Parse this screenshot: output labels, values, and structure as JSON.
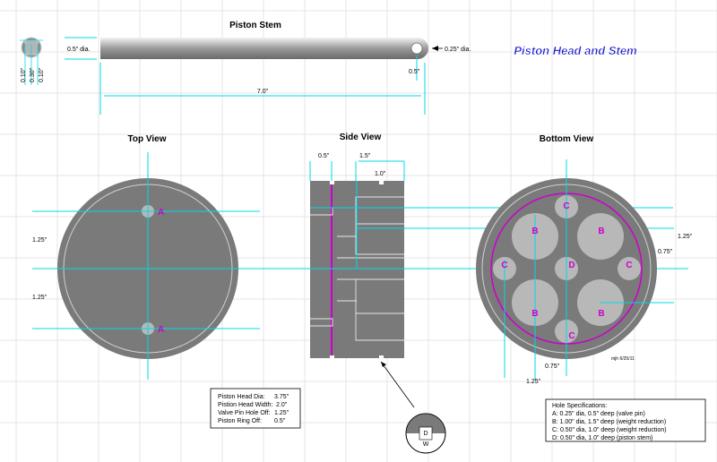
{
  "document_title": "Piston Head and Stem",
  "stem": {
    "title": "Piston Stem",
    "dia_label": "0.5\" dia.",
    "hole_dia_label": "0.25\" dia.",
    "hole_offset_label": "0.5\"",
    "length_label": "7.0\"",
    "end_dims": [
      "0.10\"",
      "0.30\"",
      "0.10\""
    ]
  },
  "top_view": {
    "title": "Top View",
    "hole_labels": [
      "A",
      "A"
    ],
    "dim_labels": [
      "1.25\"",
      "1.25\""
    ]
  },
  "side_view": {
    "title": "Side View",
    "dim_labels": [
      "0.5\"",
      "1.5\"",
      "1.0\""
    ]
  },
  "bottom_view": {
    "title": "Bottom View",
    "hole_labels": [
      "C",
      "B",
      "B",
      "C",
      "D",
      "C",
      "B",
      "B",
      "C"
    ],
    "dim_right_top": "1.25\"",
    "dim_right_mid": "0.75\"",
    "dim_bottom_1": "0.75\"",
    "dim_bottom_2": "1.25\"",
    "signature": "mjh  6/25/11"
  },
  "dims_box": {
    "rows": [
      {
        "label": "Piston Head Dia:",
        "value": "3.75\""
      },
      {
        "label": "Pistion Head Width:",
        "value": "2.0\""
      },
      {
        "label": "Valve Pin Hole Off:",
        "value": "1.25\""
      },
      {
        "label": "Piston Ring Off:",
        "value": "0.5\""
      }
    ]
  },
  "detail": {
    "top": "D",
    "bottom": "W"
  },
  "hole_specs": {
    "title": "Hole Specifications:",
    "rows": [
      "A:  0.25\" dia, 0.5\" deep (valve pin)",
      "B:  1.00\" dia, 1.5\" deep (weight reduction)",
      "C:  0.50\" dia, 1.0\" deep (weight reduction)",
      "D:  0.50\" dia, 1.0\" deep (piston stem)"
    ]
  },
  "colors": {
    "part": "#7a7a7a",
    "hole": "#b8b8b8",
    "dimension": "#00d8e8",
    "magenta": "#cc00cc",
    "title_blue": "#1a1acc",
    "grid": "#e4e4e4"
  }
}
